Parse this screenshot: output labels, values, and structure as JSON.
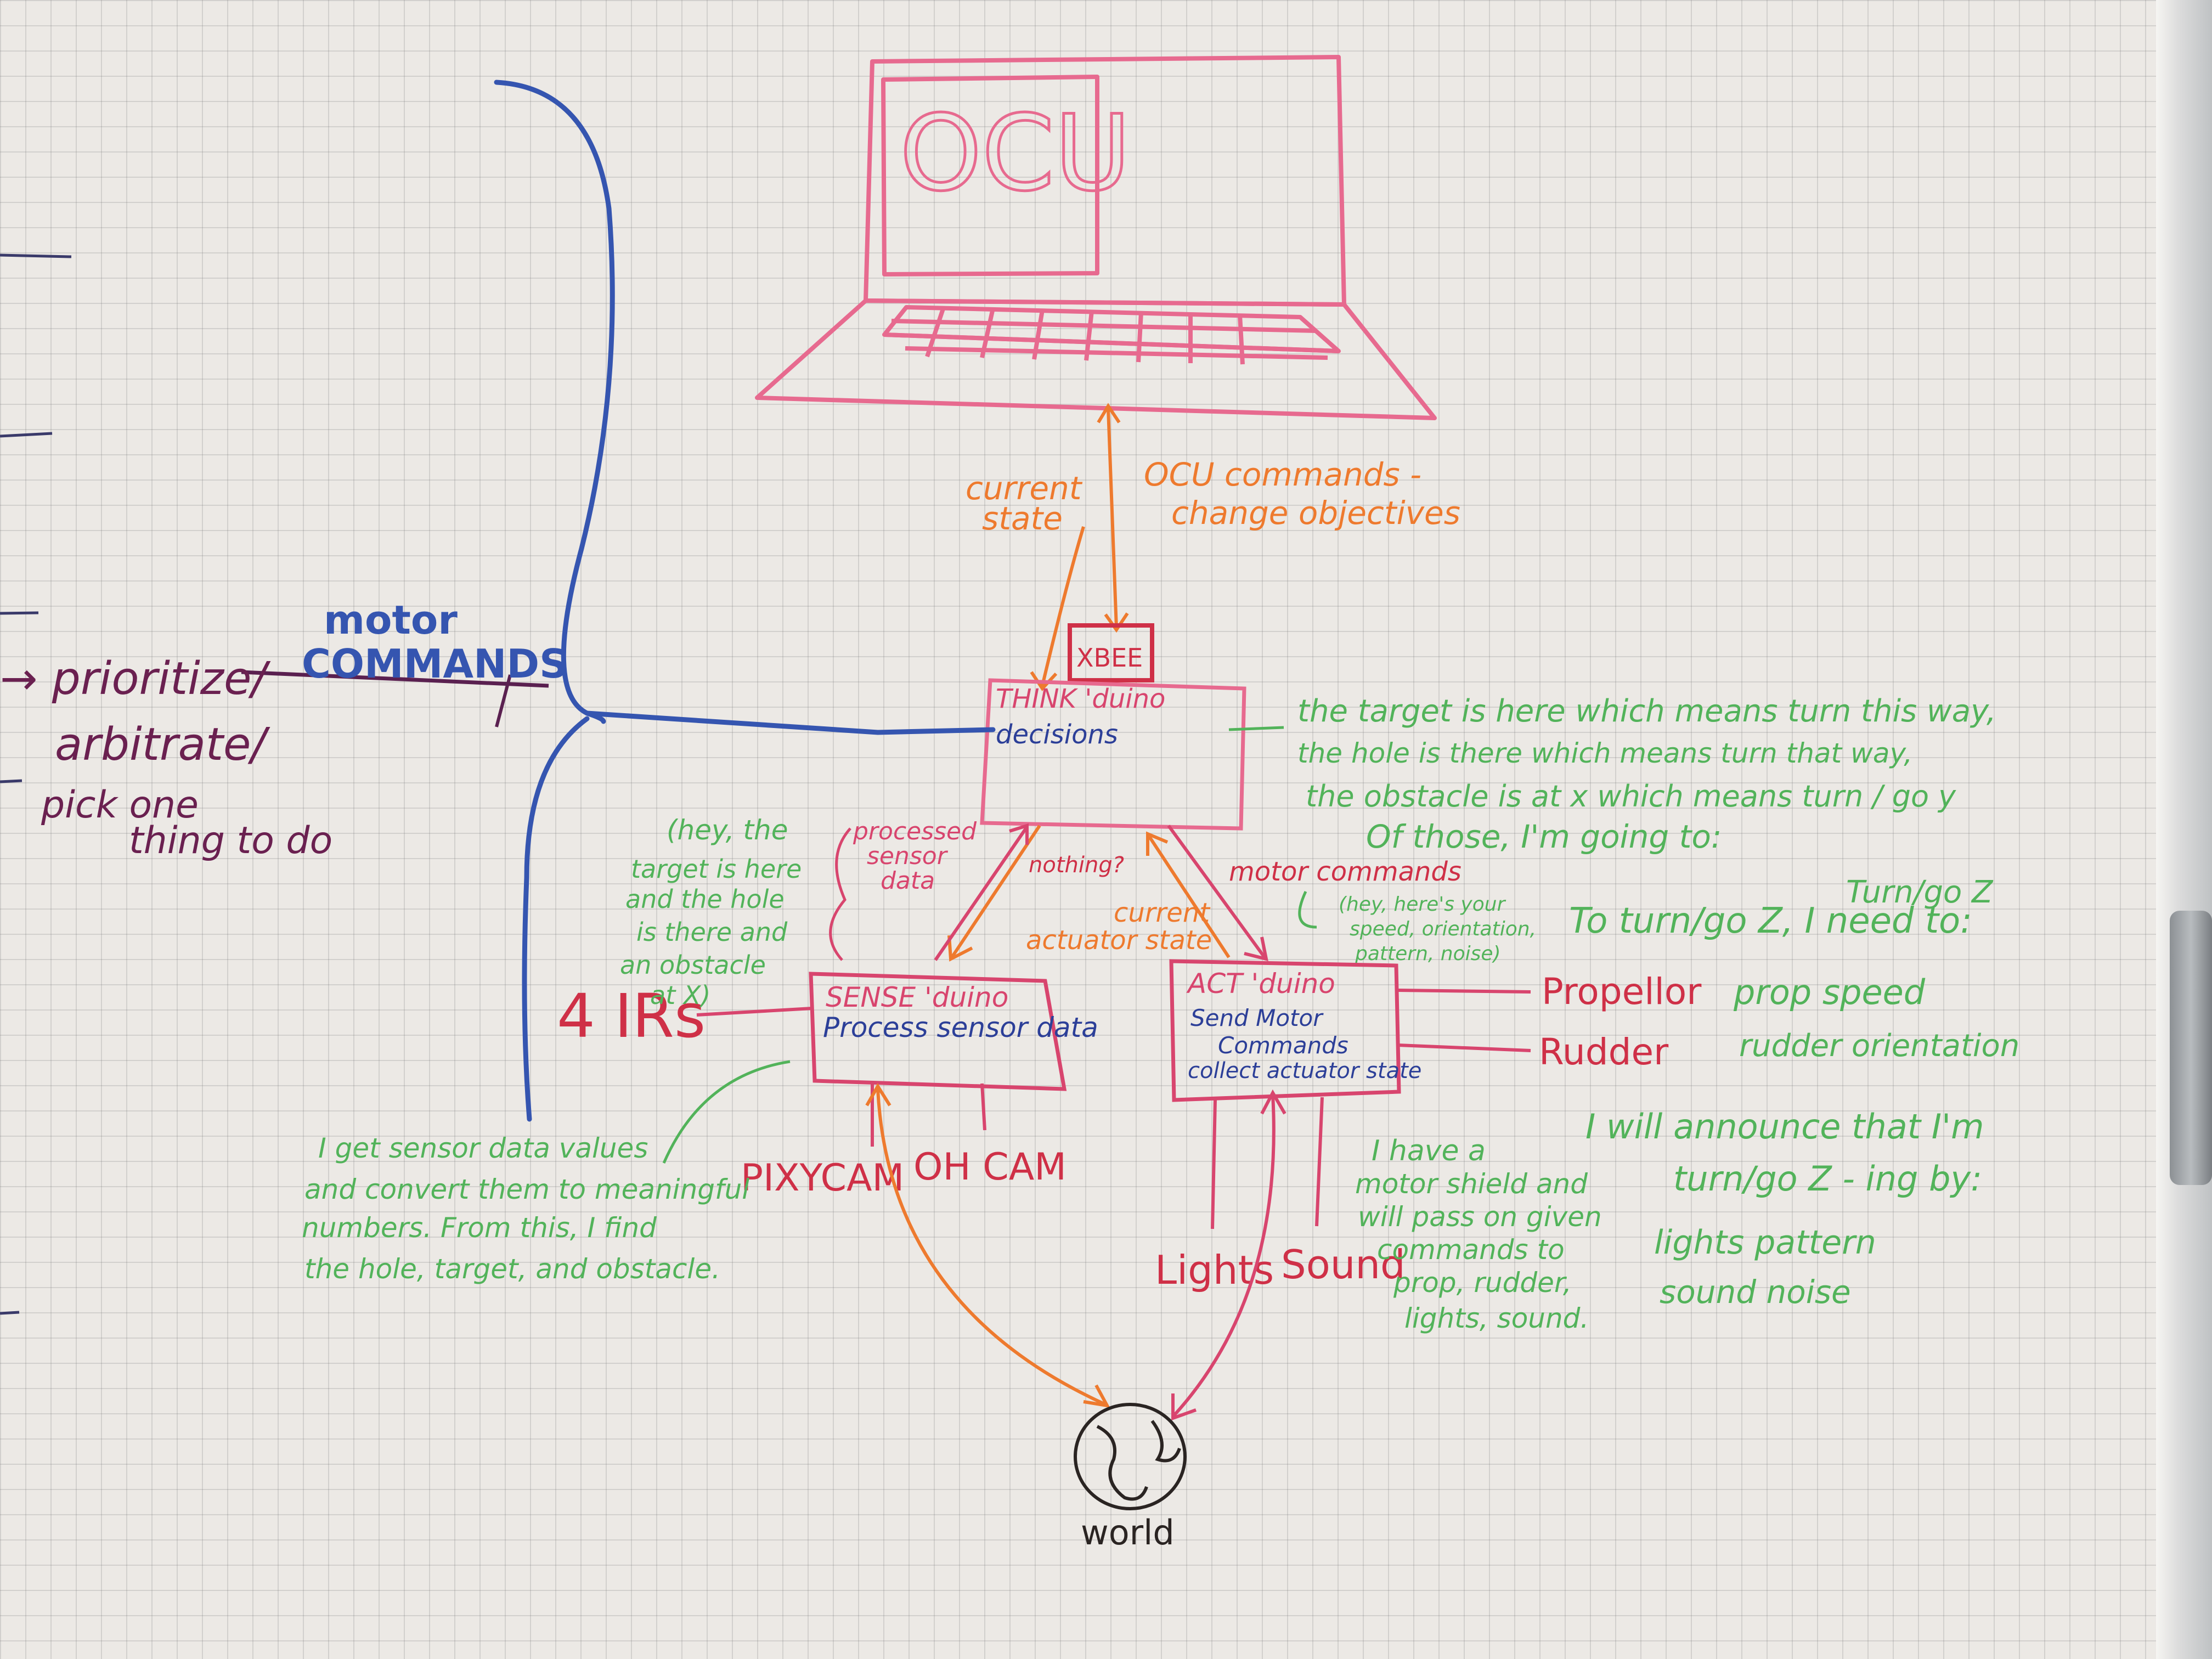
{
  "colors": {
    "pink": "#e76a8f",
    "red": "#cf3047",
    "orange": "#ee7a2e",
    "green": "#52b35a",
    "blue": "#3555b0",
    "purple": "#6a2050",
    "black": "#2a2422"
  },
  "laptop": {
    "screen_label": "OCU",
    "radio_label": "XBEE"
  },
  "links": {
    "up_label_1": "current",
    "up_label_2": "state",
    "down_label_1": "OCU commands -",
    "down_label_2": "change objectives"
  },
  "think": {
    "title": "THINK 'duino",
    "decisions": "decisions",
    "notes": [
      "the target is here which means turn this way,",
      "the hole is there which means turn that way,",
      "the obstacle is at x which means turn / go y",
      "Of those, I'm going to:",
      "Turn/go Z"
    ]
  },
  "left": {
    "motor_line1": "motor",
    "motor_line2": "COMMANDS",
    "prioritize": "→ prioritize/",
    "arbitrate": "arbitrate/",
    "pick1": "pick one",
    "pick2": "thing to do"
  },
  "sense": {
    "title": "SENSE 'duino",
    "process": "Process sensor data",
    "irs": "4 IRs",
    "pixycam": "PIXYCAM",
    "ohcam": "OH CAM",
    "processed": [
      "processed",
      "sensor",
      "data"
    ],
    "hey": [
      "(hey, the",
      "target is here",
      "and the hole",
      "is there and",
      "an obstacle",
      "at X)"
    ],
    "notes": [
      "I get sensor data values",
      "and convert them to meaningful",
      "numbers. From this, I find",
      "the hole, target, and obstacle."
    ]
  },
  "middle": {
    "nothing": "nothing?",
    "current_actuator_1": "current",
    "current_actuator_2": "actuator state",
    "motor_commands": "motor commands",
    "speed_note": [
      "(hey, here's your",
      "speed, orientation,",
      "pattern, noise)"
    ]
  },
  "act": {
    "title": "ACT 'duino",
    "send1": "Send Motor",
    "send2": "Commands",
    "collect": "collect actuator state",
    "lights": "Lights",
    "sound": "Sound",
    "propellor": "Propellor",
    "rudder": "Rudder",
    "notes": [
      "I have a",
      "motor shield and",
      "will pass on given",
      "commands to",
      "prop, rudder,",
      "lights, sound."
    ]
  },
  "right_notes": {
    "to_turn": "To turn/go Z, I need to:",
    "prop_speed": "prop speed",
    "rudder_orientation": "rudder orientation",
    "announce1": "I will announce that I'm",
    "announce2": "turn/go Z - ing by:",
    "lights_pattern": "lights pattern",
    "sound_noise": "sound noise"
  },
  "world": {
    "label": "world"
  }
}
